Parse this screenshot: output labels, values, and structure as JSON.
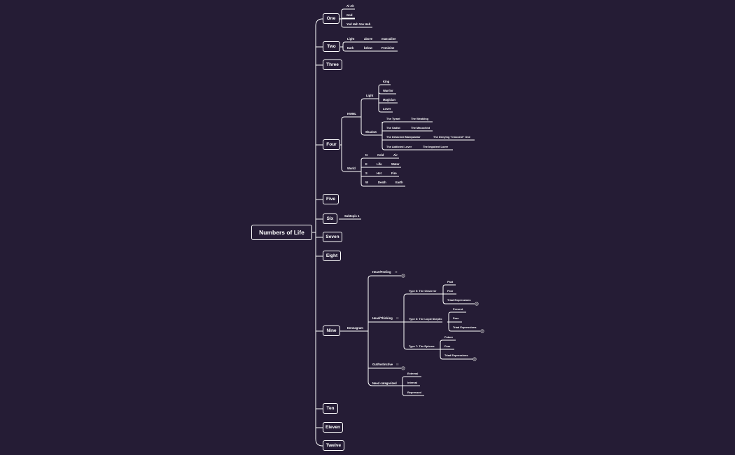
{
  "root": "Numbers of Life",
  "branches": [
    {
      "label": "One",
      "children": [
        "Al Ah",
        "God",
        "Yod Heh Vov Heh"
      ]
    },
    {
      "label": "Two",
      "rows": [
        [
          "Light",
          "above",
          "masculine"
        ],
        [
          "Dark",
          "below",
          "Feminine"
        ]
      ]
    },
    {
      "label": "Three"
    },
    {
      "label": "Four",
      "kwml": {
        "label": "KWML",
        "light": {
          "label": "Light",
          "items": [
            "King",
            "Warrior",
            "Magician",
            "Lover"
          ]
        },
        "shadow": {
          "label": "Shadow",
          "rows": [
            [
              "The Tyrant",
              "The Weakling"
            ],
            [
              "The Sadist",
              "The Masochist"
            ],
            [
              "The Detached Manipulator",
              "The Denying \"Innocent\" One"
            ],
            [
              "The Addicted Lover",
              "The Impotent Lover"
            ]
          ]
        }
      },
      "world": {
        "label": "World",
        "rows": [
          [
            "N",
            "Cold",
            "Air"
          ],
          [
            "E",
            "Life",
            "Water"
          ],
          [
            "S",
            "Hot",
            "Fire"
          ],
          [
            "W",
            "Death",
            "Earth"
          ]
        ]
      }
    },
    {
      "label": "Five"
    },
    {
      "label": "Six",
      "children": [
        "Subtopic 1"
      ]
    },
    {
      "label": "Seven"
    },
    {
      "label": "Eight"
    },
    {
      "label": "Nine",
      "enneagram": {
        "label": "Enneagram",
        "heart": "Heart/Feeling",
        "head": {
          "label": "Head/Thinking",
          "types": [
            {
              "label": "Type 5: The Observer",
              "items": [
                "Past",
                "Fear",
                "Triad Expressions"
              ]
            },
            {
              "label": "Type 6: The Loyal Skeptic",
              "items": [
                "Present",
                "Fear",
                "Triad Expressions"
              ]
            },
            {
              "label": "Type 7: The Epicure",
              "items": [
                "Future",
                "Fear",
                "Triad Expressions"
              ]
            }
          ]
        },
        "gut": "Gut/Instinctive",
        "need": {
          "label": "Need categorized",
          "items": [
            "External",
            "Internal",
            "Repressed"
          ]
        }
      }
    },
    {
      "label": "Ten"
    },
    {
      "label": "Eleven"
    },
    {
      "label": "Twelve"
    }
  ],
  "icons": {
    "note_icon": "note-icon",
    "collapse_icon": "collapse-icon"
  },
  "colors": {
    "background": "#251c35",
    "lines": "#ffffff"
  }
}
